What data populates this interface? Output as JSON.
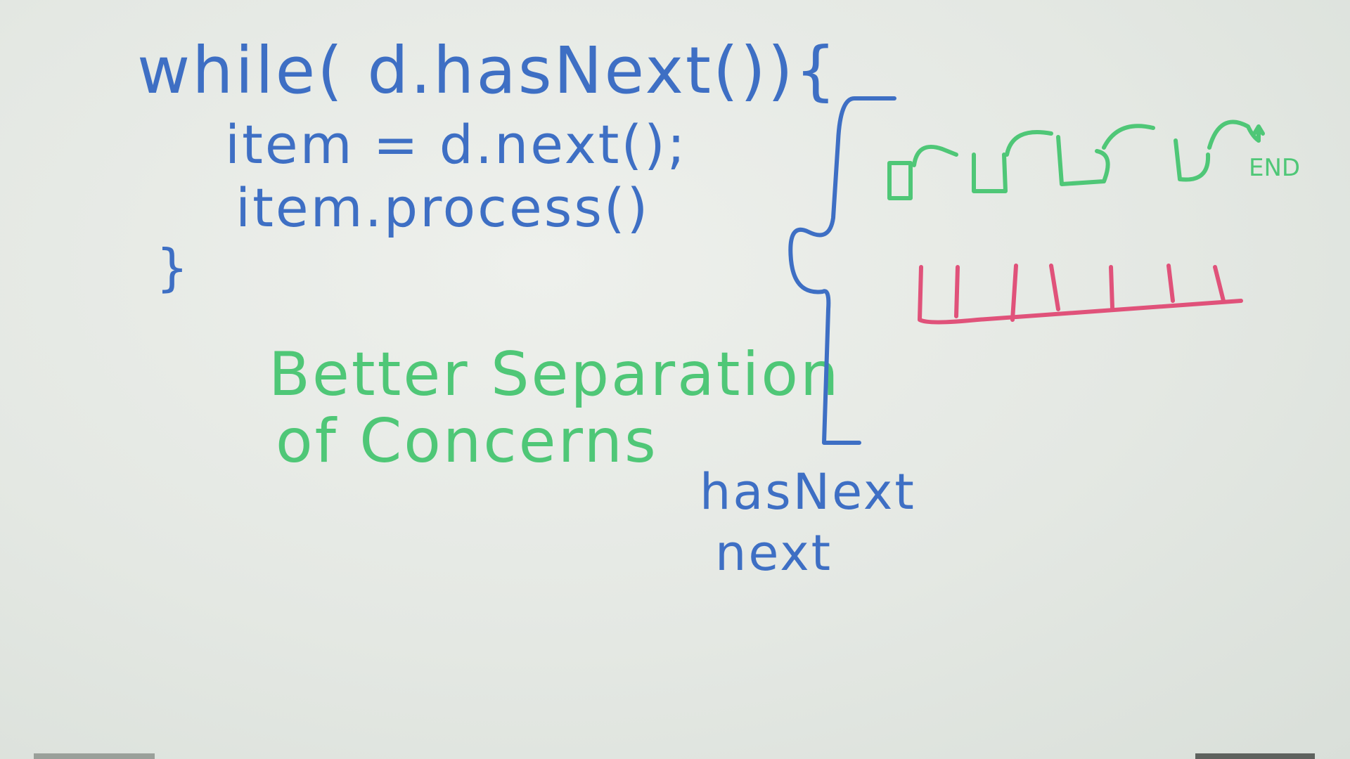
{
  "code": {
    "line1": "while( d.hasNext()){",
    "line2": "item = d.next();",
    "line3": "item.process()",
    "line4": "}"
  },
  "note": {
    "line1": "Better Separation",
    "line2": "of Concerns"
  },
  "interface_methods": {
    "method1": "hasNext",
    "method2": "next"
  },
  "diagram": {
    "end_label": "END"
  },
  "colors": {
    "blue_marker": "#3e6fc4",
    "green_marker": "#4fc777",
    "red_marker": "#e0527a"
  }
}
